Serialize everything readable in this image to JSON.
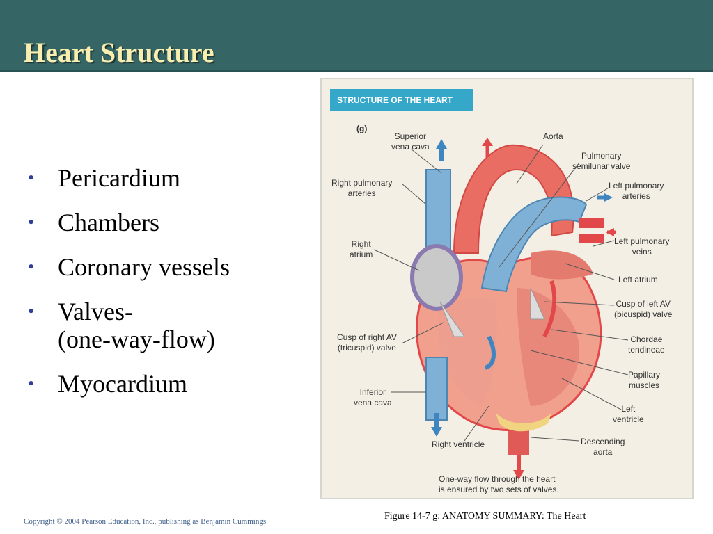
{
  "slide": {
    "title": "Heart Structure",
    "bullets": [
      "Pericardium",
      "Chambers",
      "Coronary  vessels",
      "Valves-\n(one-way-flow)",
      "Myocardium"
    ],
    "caption": "Figure 14-7 g: ANATOMY SUMMARY: The Heart",
    "copyright": "Copyright © 2004 Pearson Education, Inc., publishing as Benjamin Cummings"
  },
  "figure": {
    "banner": "STRUCTURE OF THE HEART",
    "panel_tag": "(g)",
    "labels": {
      "superior_vena_cava": "Superior\nvena cava",
      "aorta": "Aorta",
      "pulmonary_semilunar_valve": "Pulmonary\nsemilunar valve",
      "right_pulmonary_arteries": "Right pulmonary\narteries",
      "left_pulmonary_arteries": "Left pulmonary\narteries",
      "left_pulmonary_veins": "Left pulmonary\nveins",
      "right_atrium": "Right\natrium",
      "left_atrium": "Left atrium",
      "cusp_left_av": "Cusp of left AV\n(bicuspid) valve",
      "cusp_right_av": "Cusp of right AV\n(tricuspid) valve",
      "chordae_tendineae": "Chordae\ntendineae",
      "papillary_muscles": "Papillary\nmuscles",
      "inferior_vena_cava": "Inferior\nvena cava",
      "left_ventricle": "Left\nventricle",
      "right_ventricle": "Right ventricle",
      "descending_aorta": "Descending\naorta",
      "note": "One-way flow through the heart\nis ensured by two sets of valves."
    }
  },
  "colors": {
    "header": "#356565",
    "title": "#f7eeb0",
    "bullet": "#2e3e9a",
    "banner": "#35a7c9",
    "artery_red": "#e2484a",
    "vein_blue": "#7fb1d6"
  }
}
